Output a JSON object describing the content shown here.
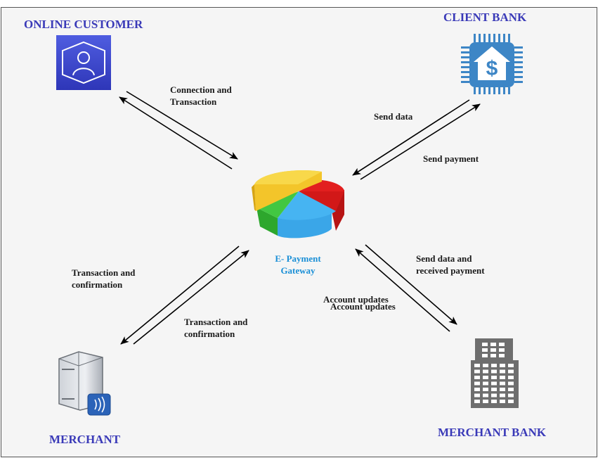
{
  "entities": {
    "online_customer": "ONLINE CUSTOMER",
    "client_bank": "CLIENT BANK",
    "merchant": "MERCHANT",
    "merchant_bank": "MERCHANT BANK",
    "gateway_line1": "E- Payment",
    "gateway_line2": "Gateway"
  },
  "edge_labels": {
    "customer_line1": "Connection and",
    "customer_line2": "Transaction",
    "send_data": "Send data",
    "send_payment": "Send payment",
    "merchant_left_line1": "Transaction and",
    "merchant_left_line2": "confirmation",
    "merchant_right_line1": "Transaction and",
    "merchant_right_line2": "confirmation",
    "mbank_line1": "Send data and",
    "mbank_line2": "received payment",
    "account_updates_1": "Account updates",
    "account_updates_2": "Account updates"
  },
  "icons": {
    "customer": "user-hexagon-icon",
    "client_bank": "bank-chip-icon",
    "gateway": "pie-chart-icon",
    "merchant": "server-nfc-icon",
    "merchant_bank": "office-building-icon"
  },
  "colors": {
    "title": "#3a3ab8",
    "gateway_label": "#1a8fd6",
    "background": "#f5f5f5",
    "customer_icon": "#3b48cc",
    "bank_icon": "#3d86c6",
    "building_icon": "#6e6e6e"
  }
}
